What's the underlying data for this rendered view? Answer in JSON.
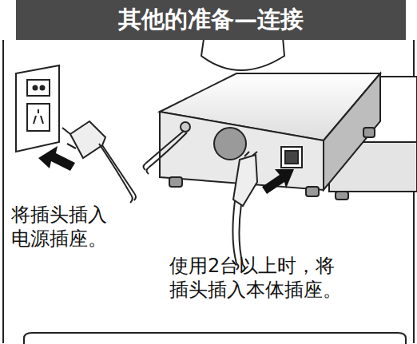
{
  "diagram": {
    "title": "其他的准备—连接",
    "labels": [
      "将插头插入 电源插座。",
      "使用2台以上时，将 插头插入本体插座。"
    ]
  }
}
